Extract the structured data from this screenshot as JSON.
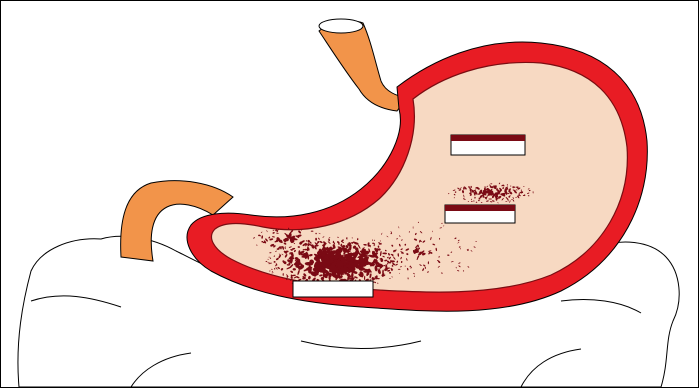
{
  "figure": {
    "description_labels": [
      "",
      "",
      ""
    ],
    "colors": {
      "wall_outer": "#e81c24",
      "wall_inner_line": "#7a0d12",
      "lumen": "#f7d9c2",
      "esophagus_duodenum": "#f2944a",
      "lesion": "#7a0a14",
      "background": "#ffffff",
      "outline": "#000000"
    },
    "parts": {
      "stomach": "stomach-body",
      "esophagus": "esophagus-tube",
      "duodenum": "duodenum-tube",
      "omentum": "greater-omentum",
      "lesions": "hemorrhagic-lesions"
    }
  }
}
